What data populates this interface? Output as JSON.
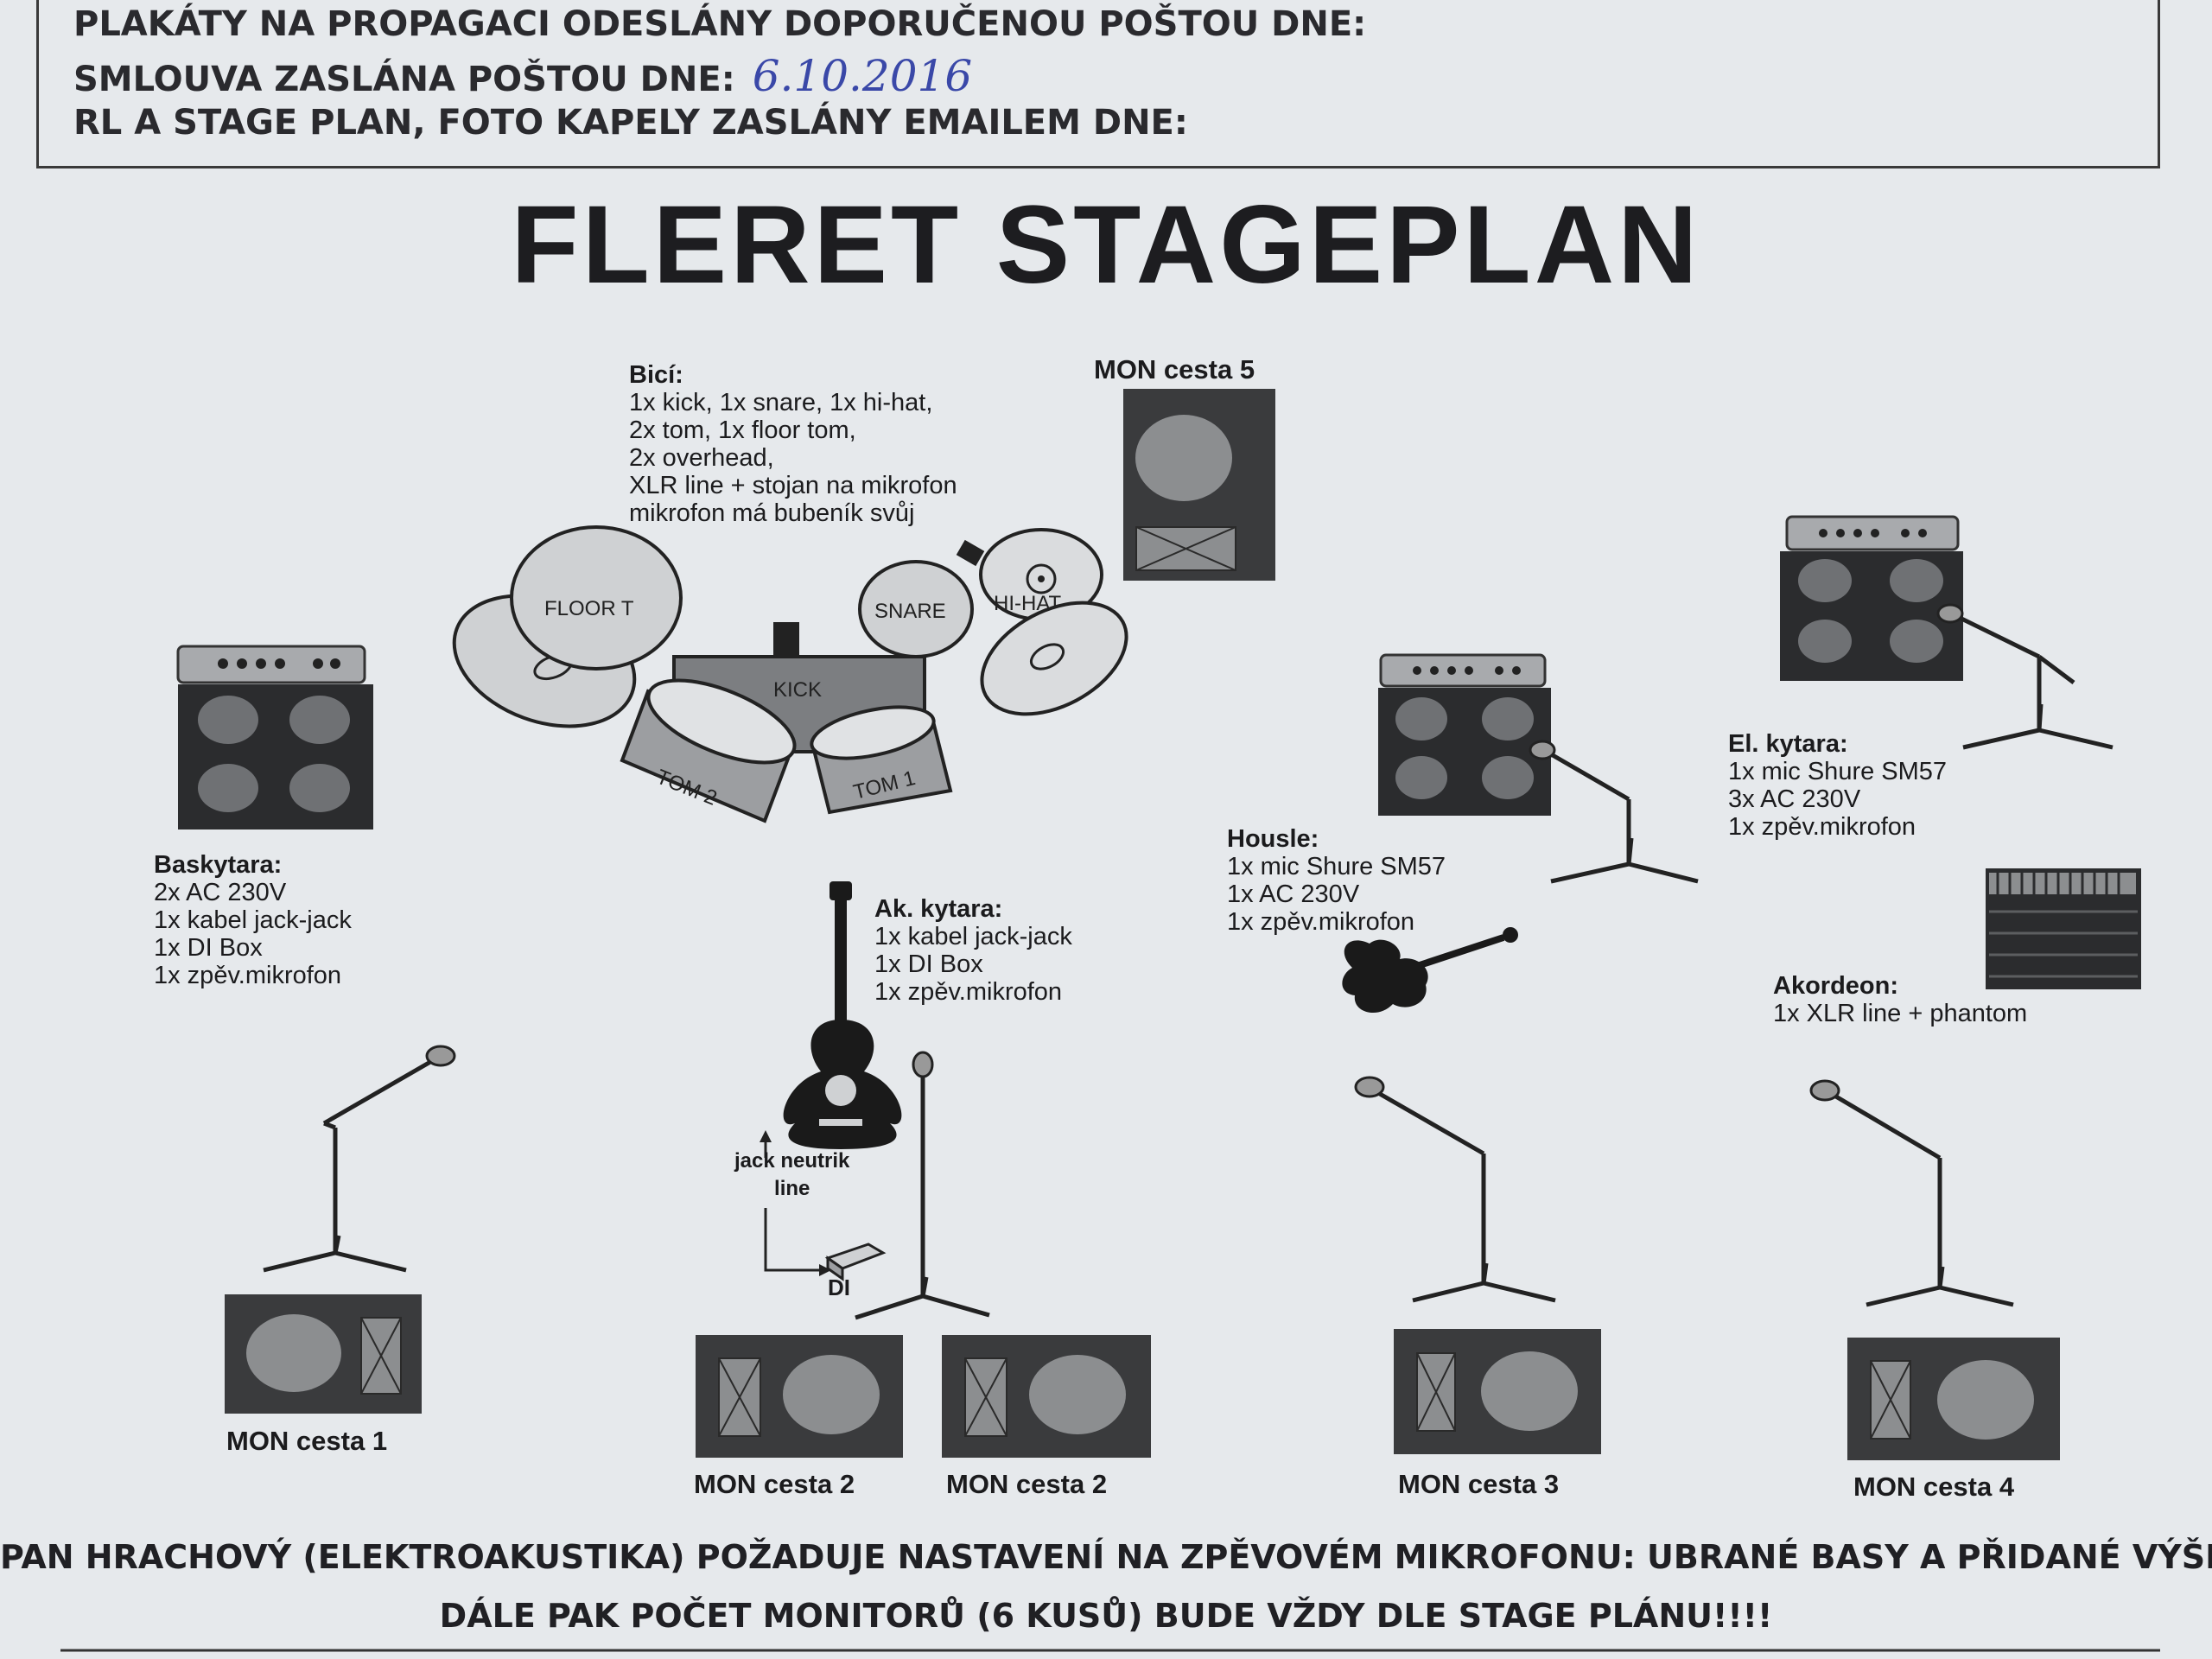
{
  "header": {
    "line1": "PLAKÁTY NA PROPAGACI ODESLÁNY DOPORUČENOU POŠTOU DNE:",
    "line2": "SMLOUVA ZASLÁNA POŠTOU DNE:",
    "line2_handwritten": "6.10.2016",
    "line3": "RL A STAGE PLAN, FOTO KAPELY ZASLÁNY EMAILEM DNE:"
  },
  "title": "FLERET STAGEPLAN",
  "drums": {
    "heading": "Bicí:",
    "lines": [
      "1x kick, 1x snare, 1x hi-hat,",
      "2x tom, 1x floor tom,",
      "2x overhead,",
      "XLR line + stojan na mikrofon",
      "mikrofon má bubeník svůj"
    ],
    "parts": {
      "floor": "FLOOR T",
      "snare": "SNARE",
      "hihat": "HI-HAT",
      "kick": "KICK",
      "tom2": "TOM 2",
      "tom1": "TOM 1"
    }
  },
  "bass": {
    "heading": "Baskytara:",
    "lines": [
      "2x AC 230V",
      "1x kabel jack-jack",
      "1x DI Box",
      "1x zpěv.mikrofon"
    ]
  },
  "acoustic": {
    "heading": "Ak. kytara:",
    "lines": [
      "1x kabel jack-jack",
      "1x DI Box",
      "1x zpěv.mikrofon"
    ],
    "jack_label_1": "jack neutrik",
    "jack_label_2": "line",
    "di_label": "DI"
  },
  "violin": {
    "heading": "Housle:",
    "lines": [
      "1x mic Shure SM57",
      "1x AC 230V",
      "1x zpěv.mikrofon"
    ]
  },
  "electric": {
    "heading": "El. kytara:",
    "lines": [
      "1x mic Shure SM57",
      "3x AC 230V",
      "1x zpěv.mikrofon"
    ]
  },
  "accordion": {
    "heading": "Akordeon:",
    "lines": [
      "1x XLR line + phantom"
    ]
  },
  "monitors": [
    "MON cesta 5",
    "MON cesta 1",
    "MON cesta 2",
    "MON cesta 2",
    "MON cesta 3",
    "MON cesta 4"
  ],
  "footer": {
    "line1": "PAN HRACHOVÝ (ELEKTROAKUSTIKA) POŽADUJE NASTAVENÍ NA ZPĚVOVÉM MIKROFONU: UBRANÉ BASY A PŘIDANÉ VÝŠKY",
    "line2": "DÁLE PAK POČET MONITORŮ (6 KUSŮ) BUDE VŽDY DLE STAGE PLÁNU!!!!"
  }
}
